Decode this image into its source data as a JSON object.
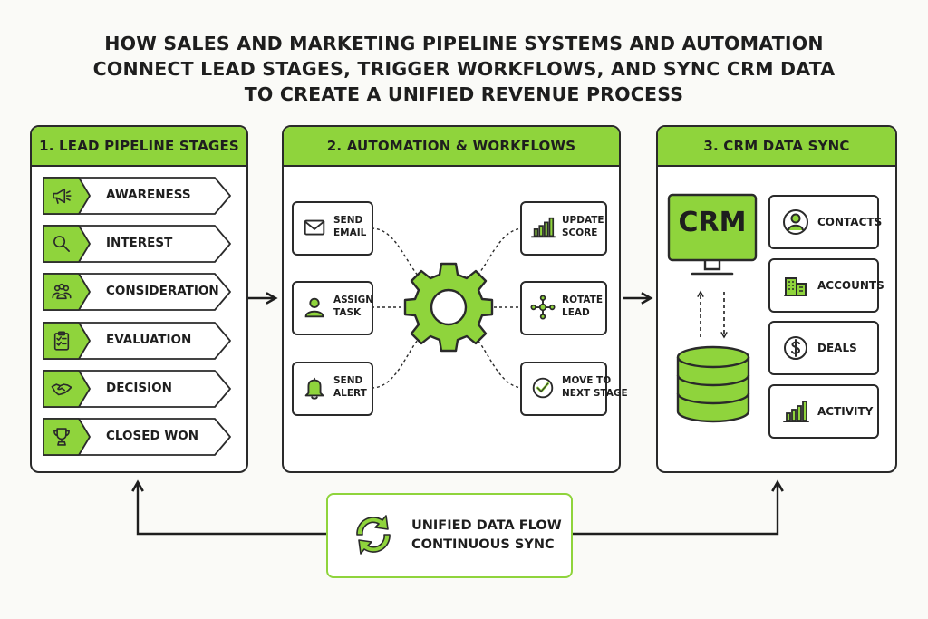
{
  "title": {
    "line1": "HOW SALES AND MARKETING PIPELINE SYSTEMS AND AUTOMATION",
    "line2": "CONNECT LEAD STAGES, TRIGGER WORKFLOWS, AND SYNC CRM DATA",
    "line3": "TO CREATE A UNIFIED REVENUE PROCESS"
  },
  "colors": {
    "accent": "#8fd43c",
    "ink": "#1e1e1e"
  },
  "pipeline": {
    "header": "1. LEAD PIPELINE STAGES",
    "stages": [
      {
        "label": "AWARENESS",
        "icon": "megaphone-icon"
      },
      {
        "label": "INTEREST",
        "icon": "magnifier-icon"
      },
      {
        "label": "CONSIDERATION",
        "icon": "people-icon"
      },
      {
        "label": "EVALUATION",
        "icon": "clipboard-icon"
      },
      {
        "label": "DECISION",
        "icon": "handshake-icon"
      },
      {
        "label": "CLOSED WON",
        "icon": "trophy-icon"
      }
    ]
  },
  "automation": {
    "header": "2. AUTOMATION & WORKFLOWS",
    "left_actions": [
      {
        "line1": "SEND",
        "line2": "EMAIL",
        "icon": "envelope-icon"
      },
      {
        "line1": "ASSIGN",
        "line2": "TASK",
        "icon": "person-icon"
      },
      {
        "line1": "SEND",
        "line2": "ALERT",
        "icon": "bell-icon"
      }
    ],
    "right_actions": [
      {
        "line1": "UPDATE",
        "line2": "SCORE",
        "icon": "bar-chart-icon"
      },
      {
        "line1": "ROTATE",
        "line2": "LEAD",
        "icon": "network-icon"
      },
      {
        "line1": "MOVE TO",
        "line2": "NEXT STAGE",
        "icon": "check-circle-icon"
      }
    ],
    "center_icon": "gear-icon"
  },
  "crm": {
    "header": "3. CRM DATA SYNC",
    "monitor_label": "CRM",
    "items": [
      {
        "label": "CONTACTS",
        "icon": "user-circle-icon"
      },
      {
        "label": "ACCOUNTS",
        "icon": "building-icon"
      },
      {
        "label": "DEALS",
        "icon": "dollar-icon"
      },
      {
        "label": "ACTIVITY",
        "icon": "bar-chart-icon"
      }
    ]
  },
  "unified": {
    "line1": "UNIFIED DATA FLOW",
    "line2": "CONTINUOUS SYNC",
    "icon": "sync-arrows-icon"
  }
}
